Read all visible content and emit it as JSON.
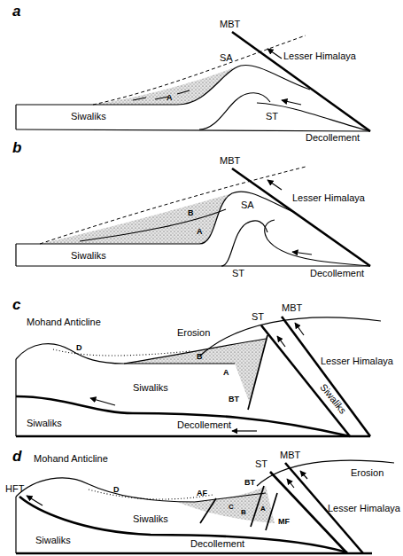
{
  "diagram": {
    "labels": [
      "a",
      "MBT",
      "SA",
      "Lesser Himalaya",
      "A",
      "Siwaliks",
      "ST",
      "Decollement",
      "b",
      "MBT",
      "SA",
      "Lesser Himalaya",
      "B",
      "A",
      "Siwaliks",
      "ST",
      "Decollement",
      "c",
      "Mohand Anticline",
      "MBT",
      "ST",
      "Erosion",
      "Lesser Himalaya",
      "D",
      "B",
      "A",
      "BT",
      "Siwaliks",
      "Siwaliks",
      "Siwaliks",
      "Decollement",
      "d",
      "Mohand Anticline",
      "HFT",
      "MBT",
      "ST",
      "Erosion",
      "Lesser Himalaya",
      "D",
      "AF",
      "C",
      "BT",
      "B",
      "A",
      "MF",
      "Siwaliks",
      "Siwaliks",
      "Decollement"
    ]
  }
}
